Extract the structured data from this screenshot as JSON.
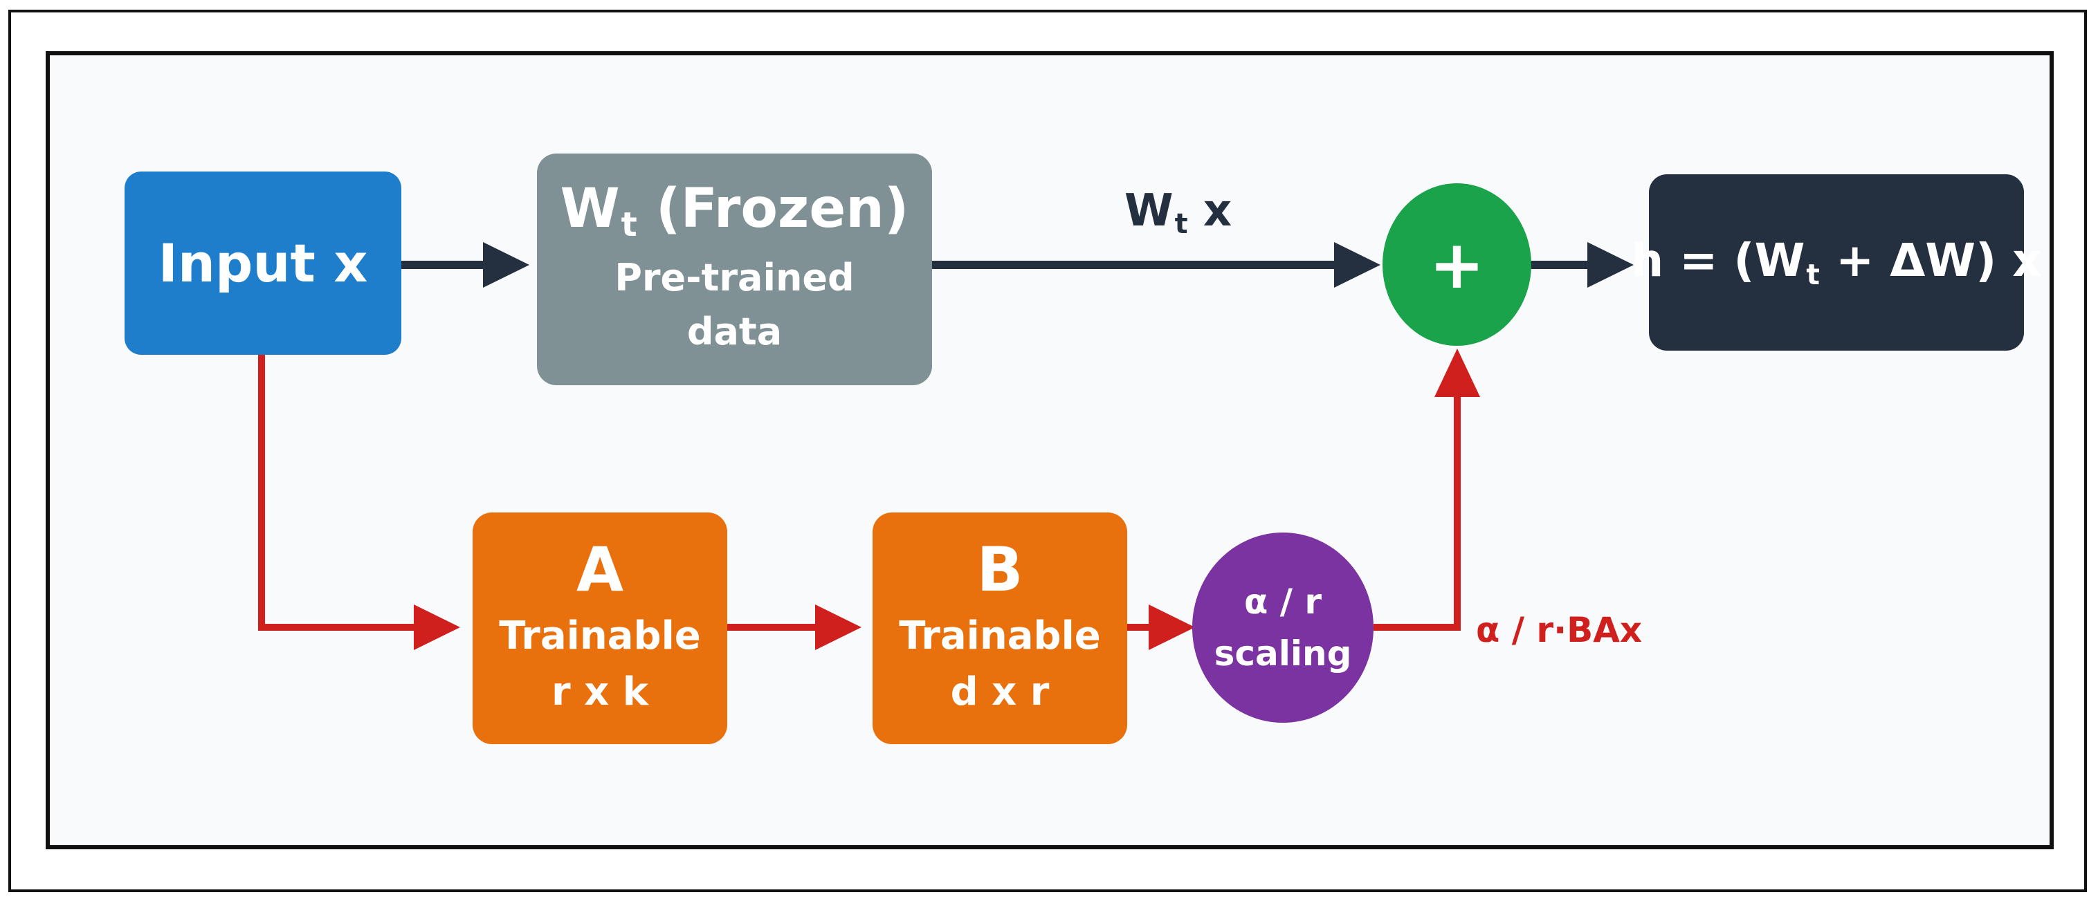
{
  "colors": {
    "input": "#1e7ecb",
    "frozen": "#7f9195",
    "trainable": "#e8700d",
    "sum": "#1aa34a",
    "scaling": "#7a33a0",
    "output": "#243040",
    "main_path": "#243040",
    "lora_path": "#d0201e"
  },
  "nodes": {
    "input": {
      "label": "Input x"
    },
    "frozen": {
      "title_main": "W",
      "title_sub": "t",
      "title_rest": "(Frozen)",
      "line1": "Pre-trained",
      "line2": "data"
    },
    "a": {
      "title": "A",
      "line1": "Trainable",
      "line2": "r x k"
    },
    "b": {
      "title": "B",
      "line1": "Trainable",
      "line2": "d x r"
    },
    "scaling": {
      "line1": "α / r",
      "line2": "scaling"
    },
    "sum": {
      "symbol": "+"
    },
    "output": {
      "pre": "h = (W",
      "sub": "t",
      "post": " + ΔW) x"
    }
  },
  "edge_labels": {
    "frozen_out_main": "W",
    "frozen_out_sub": "t",
    "frozen_out_rest": " x",
    "lora_out": "α / r·BAx"
  }
}
